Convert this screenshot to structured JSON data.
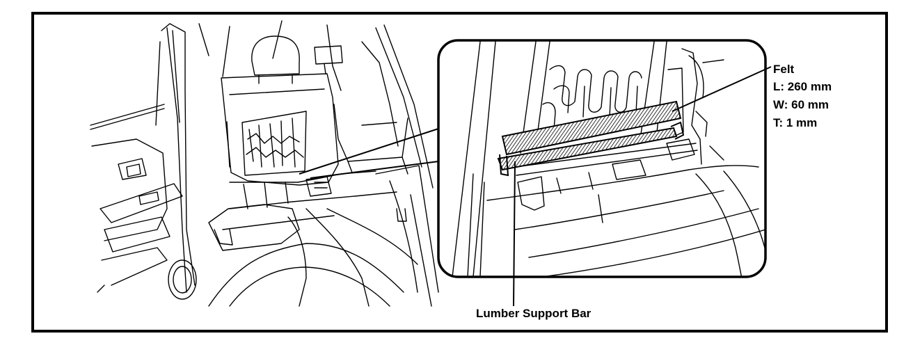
{
  "callouts": {
    "felt": {
      "title": "Felt",
      "length": "L:  260 mm",
      "width": "W:  60 mm",
      "thickness": "T:  1 mm"
    },
    "support_bar": "Lumber Support Bar"
  },
  "colors": {
    "ink": "#000000",
    "paper": "#ffffff"
  }
}
